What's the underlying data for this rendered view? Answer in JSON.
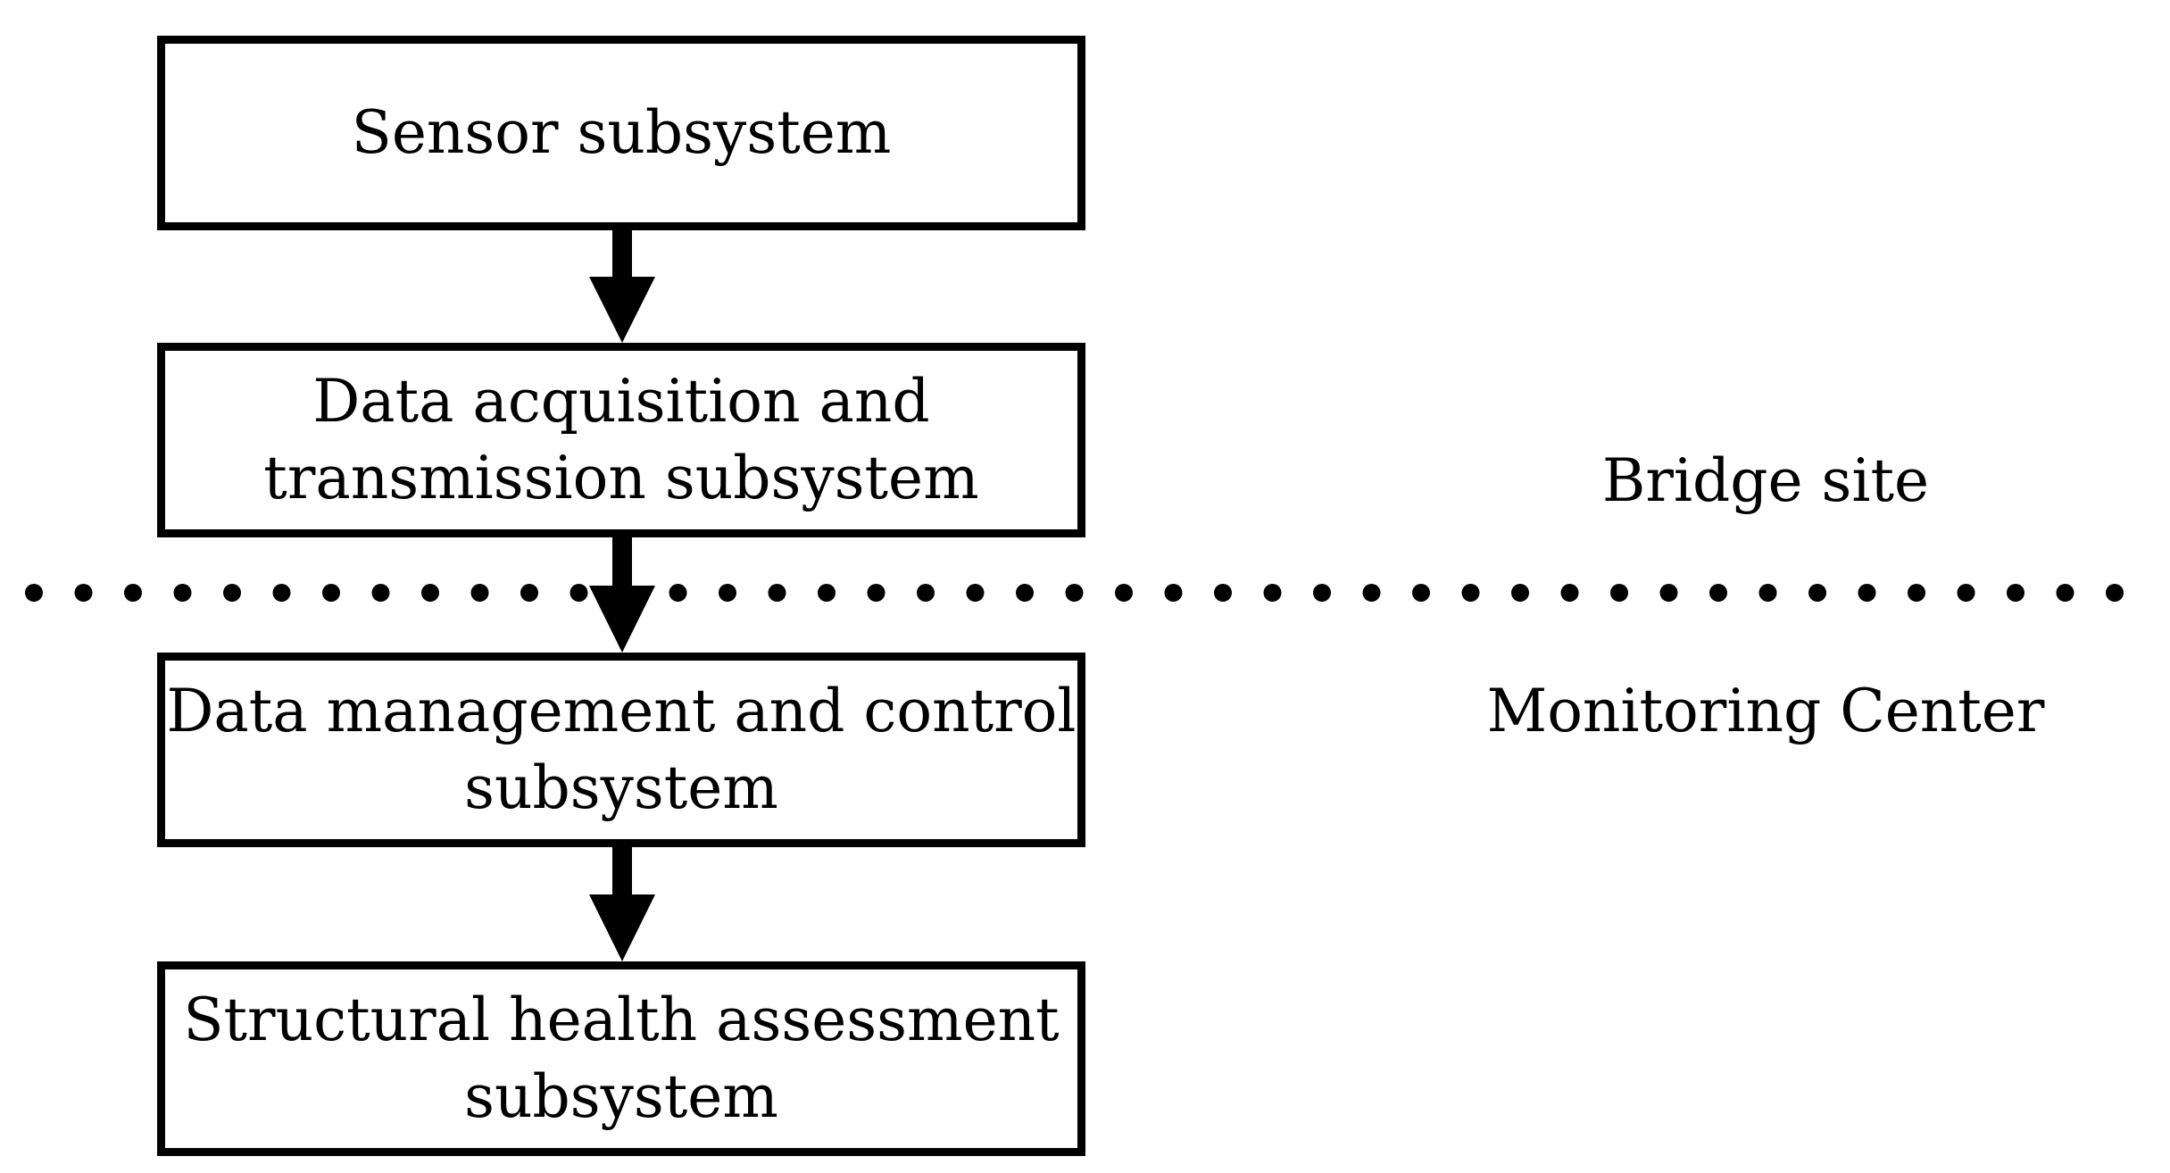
{
  "boxes": [
    {
      "lines": [
        "Sensor subsystem"
      ]
    },
    {
      "lines": [
        "Data acquisition and",
        "transmission subsystem"
      ]
    },
    {
      "lines": [
        "Data management and control",
        "subsystem"
      ]
    },
    {
      "lines": [
        "Structural health assessment",
        "subsystem"
      ]
    }
  ],
  "zones": {
    "upper": "Bridge site",
    "lower": "Monitoring Center"
  },
  "colors": {
    "stroke": "#000000",
    "background": "#ffffff"
  }
}
